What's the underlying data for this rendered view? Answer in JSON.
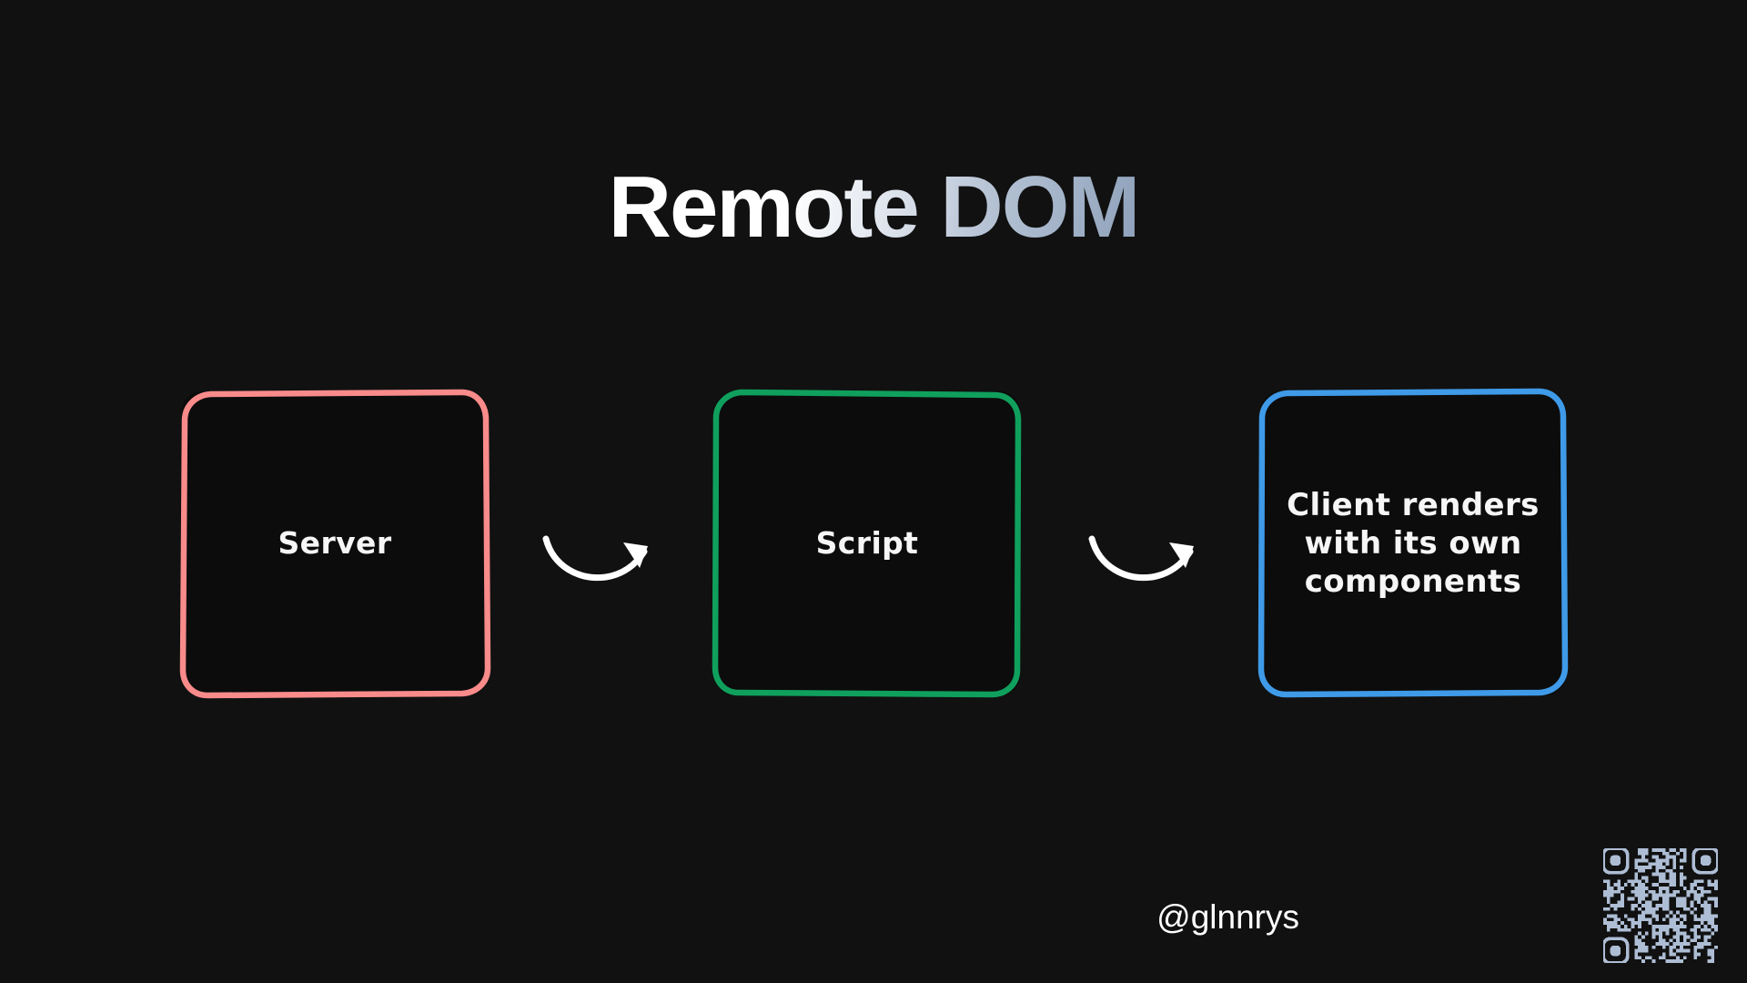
{
  "slide": {
    "background_color": "#111111",
    "title": "Remote DOM",
    "title_gradient_from": "#ffffff",
    "title_gradient_to": "#8fa2bb"
  },
  "diagram": {
    "type": "flow",
    "nodes": [
      {
        "id": "server",
        "label": "Server",
        "border_color": "#f98b8b",
        "text_color": "#f6f6f6"
      },
      {
        "id": "script",
        "label": "Script",
        "border_color": "#10a05d",
        "text_color": "#f6f6f6"
      },
      {
        "id": "client",
        "label": "Client renders with its own components",
        "label_lines": [
          "Client renders",
          "with its own",
          "components"
        ],
        "border_color": "#3f9ae8",
        "text_color": "#f6f6f6"
      }
    ],
    "connectors": [
      {
        "id": "server-to-script",
        "from": "server",
        "to": "script",
        "style": "hand-drawn-curved-arrow",
        "color": "#ffffff"
      },
      {
        "id": "script-to-client",
        "from": "script",
        "to": "client",
        "style": "hand-drawn-curved-arrow",
        "color": "#ffffff"
      }
    ]
  },
  "footer": {
    "handle": "@glnnrys",
    "qr_color": "#adbdd4",
    "qr_icon": "qr-code-icon"
  }
}
